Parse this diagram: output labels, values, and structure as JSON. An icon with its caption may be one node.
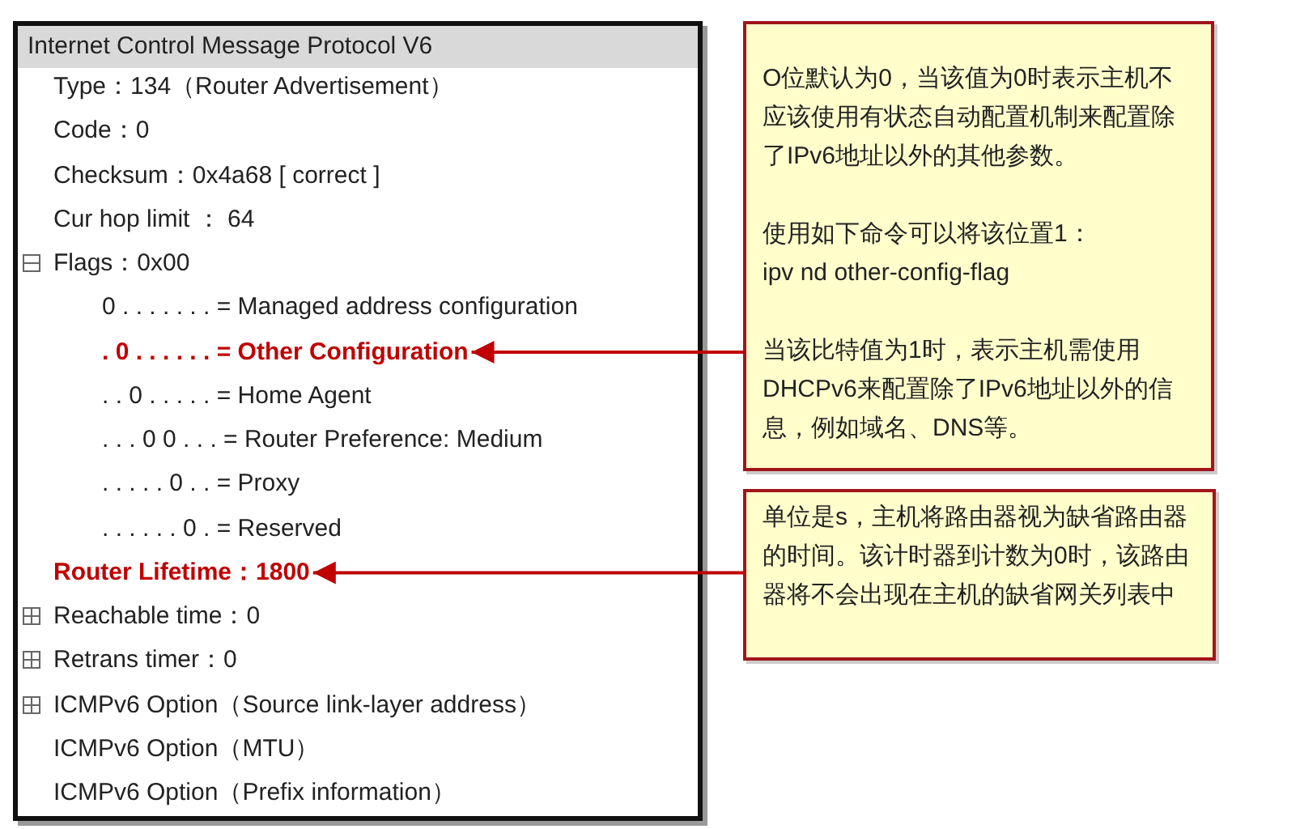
{
  "diagram": {
    "nodes": [
      {
        "text": [
          "Internet Control Message Protocol V6"
        ]
      },
      {
        "text": [
          ". 0 . . . . . . = Other Configuration"
        ],
        "in": 0
      },
      {
        "text": [
          "Router Lifetime：1800"
        ],
        "in": 0
      },
      {
        "text": [
          "O位默认为0，当该值为0时表示主机不应该使用有状态自动配置机制来配置除了IPv6地址以外的其他参数。",
          "使用如下命令可以将该位置1：",
          "ipv nd other-config-flag",
          "当该比特值为1时，表示主机需使用DHCPv6来配置除了IPv6地址以外的信息，例如域名、DNS等。"
        ]
      },
      {
        "text": [
          "单位是s，主机将路由器视为缺省路由器的时间。该计时器到计数为0时，该路由器将不会出现在主机的缺省网关列表中"
        ]
      }
    ],
    "edges": [
      {
        "from": 3,
        "to": 1,
        "arrow": "to"
      },
      {
        "from": 4,
        "to": 2,
        "arrow": "to"
      }
    ],
    "labels": [
      "Type：134（Router Advertisement）",
      "Code：0",
      "Checksum：0x4a68 [ correct ]",
      "Cur hop limit ： 64",
      "Flags：0x00",
      "0 . . . . . . . = Managed address configuration",
      ". . 0 . . . . . = Home Agent",
      ". . . 0 0 . . . = Router Preference: Medium",
      ". . . . . 0 . . = Proxy",
      ". . . . . . 0 . = Reserved",
      "Reachable time：0",
      "Retrans timer：0",
      "ICMPv6 Option（Source link-layer address）",
      "ICMPv6 Option（MTU）",
      "ICMPv6 Option（Prefix information）"
    ]
  }
}
